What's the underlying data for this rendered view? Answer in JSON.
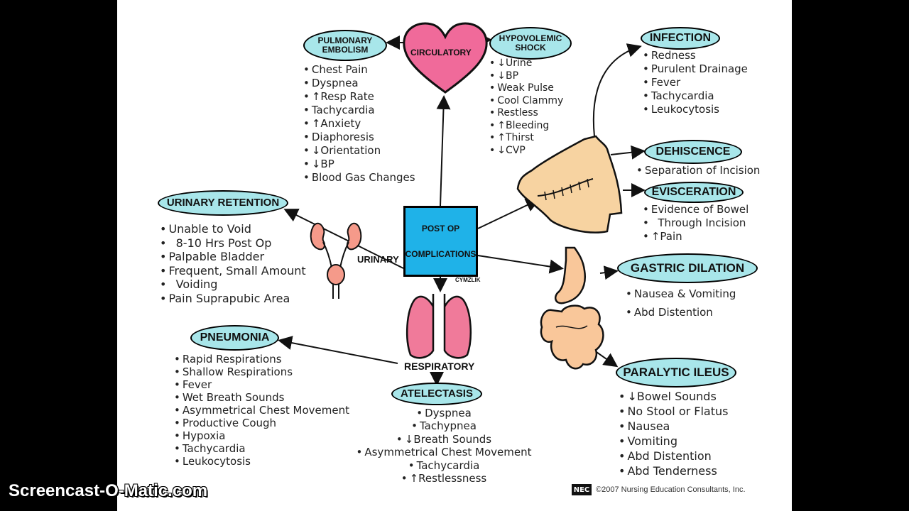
{
  "center": {
    "line1": "POST OP",
    "line2": "COMPLICATIONS",
    "signature": "CYMZLIK"
  },
  "circulatory": {
    "label": "CIRCULATORY",
    "pulmonary_embolism": {
      "title_line1": "PULMONARY",
      "title_line2": "EMBOLISM",
      "items": [
        "Chest Pain",
        "Dyspnea",
        "↑Resp Rate",
        "Tachycardia",
        "↑Anxiety",
        "Diaphoresis",
        "↓Orientation",
        "↓BP",
        "Blood Gas Changes"
      ]
    },
    "hypovolemic_shock": {
      "title_line1": "HYPOVOLEMIC",
      "title_line2": "SHOCK",
      "items": [
        "↓Urine",
        "↓BP",
        "Weak Pulse",
        "Cool Clammy",
        "Restless",
        "↑Bleeding",
        "↑Thirst",
        "↓CVP"
      ]
    }
  },
  "infection": {
    "title": "INFECTION",
    "items": [
      "Redness",
      "Purulent Drainage",
      "Fever",
      "Tachycardia",
      "Leukocytosis"
    ]
  },
  "dehiscence": {
    "title": "DEHISCENCE",
    "items": [
      "Separation of Incision"
    ]
  },
  "evisceration": {
    "title": "EVISCERATION",
    "items": [
      "Evidence of Bowel",
      "  Through Incision",
      "↑Pain"
    ]
  },
  "gastric_dilation": {
    "title": "GASTRIC DILATION",
    "items": [
      "Nausea & Vomiting",
      "Abd Distention"
    ]
  },
  "paralytic_ileus": {
    "title": "PARALYTIC ILEUS",
    "items": [
      "↓Bowel Sounds",
      "No Stool or Flatus",
      "Nausea",
      "Vomiting",
      "Abd Distention",
      "Abd Tenderness"
    ]
  },
  "urinary": {
    "label": "URINARY",
    "title": "URINARY RETENTION",
    "items": [
      "Unable to Void",
      "  8-10 Hrs Post Op",
      "Palpable Bladder",
      "Frequent, Small Amount",
      "  Voiding",
      "Pain Suprapubic Area"
    ]
  },
  "respiratory": {
    "label": "RESPIRATORY",
    "pneumonia": {
      "title": "PNEUMONIA",
      "items": [
        "Rapid Respirations",
        "Shallow Respirations",
        "Fever",
        "Wet Breath Sounds",
        "Asymmetrical Chest Movement",
        "Productive Cough",
        "Hypoxia",
        "Tachycardia",
        "Leukocytosis"
      ]
    },
    "atelectasis": {
      "title": "ATELECTASIS",
      "items": [
        "Dyspnea",
        "Tachypnea",
        "↓Breath Sounds",
        "Asymmetrical Chest Movement",
        "Tachycardia",
        "↑Restlessness"
      ]
    }
  },
  "footer": {
    "copyright": "©2007 Nursing Education Consultants, Inc.",
    "logo": "NEC"
  },
  "watermark": "Screencast-O-Matic.com",
  "colors": {
    "pill": "#a8e6ea",
    "center": "#1fb2e8",
    "heart": "#f06a9a",
    "lungs": "#f07a9a",
    "kidney": "#f59a8a",
    "skin": "#f7d3a1",
    "stomach": "#f9c79a"
  }
}
